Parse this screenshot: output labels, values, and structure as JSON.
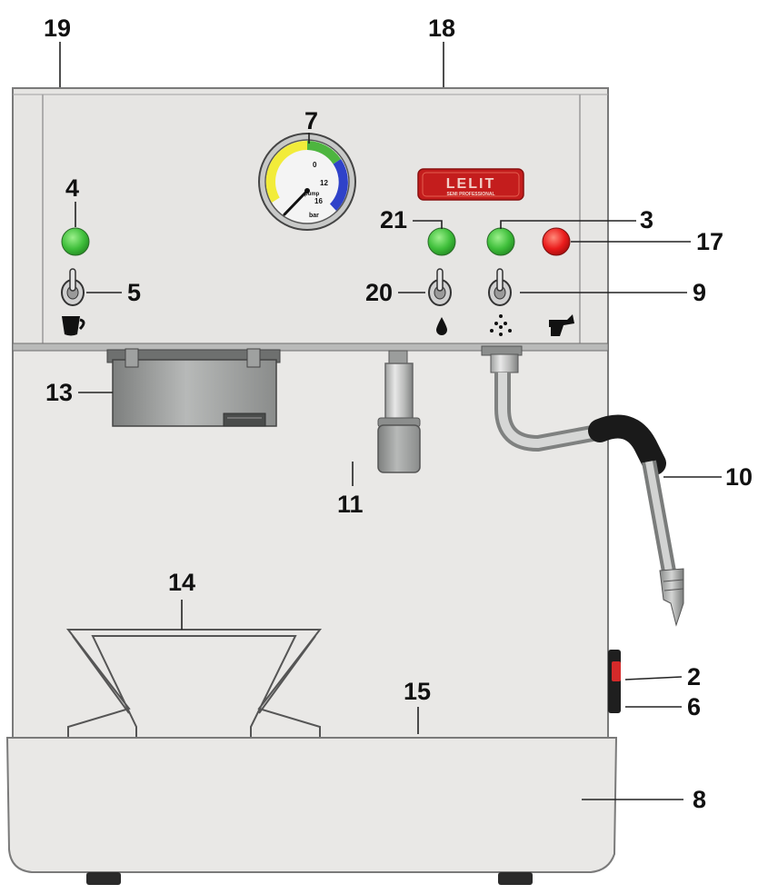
{
  "brand": {
    "logo": "LELIT",
    "subtitle": "SEMI PROFESSIONAL"
  },
  "gauge": {
    "scale": [
      "0",
      "12",
      "16"
    ],
    "pump_label": "pump",
    "unit": "bar"
  },
  "symbols": {
    "coffee_switch": "cup-icon",
    "water_switch": "drop-icon",
    "steam_switch": "steam-spray-icon",
    "hot_water_tap": "tap-icon"
  },
  "callouts": {
    "c19": "19",
    "c18": "18",
    "c7": "7",
    "c4": "4",
    "c21": "21",
    "c3": "3",
    "c17": "17",
    "c5": "5",
    "c20": "20",
    "c9": "9",
    "c13": "13",
    "c11": "11",
    "c10": "10",
    "c14": "14",
    "c15": "15",
    "c2": "2",
    "c6": "6",
    "c8": "8"
  },
  "colors": {
    "body": "#e9e8e6",
    "panel": "#e6e5e3",
    "lamp_green": "#3fbf3b",
    "lamp_red": "#ea1b1b",
    "logo_red": "#c41d1d",
    "gauge_yellow": "#f2ec3a",
    "gauge_green": "#4db53f",
    "gauge_blue": "#2f42c9",
    "steam_grip": "#1a1a1a"
  }
}
